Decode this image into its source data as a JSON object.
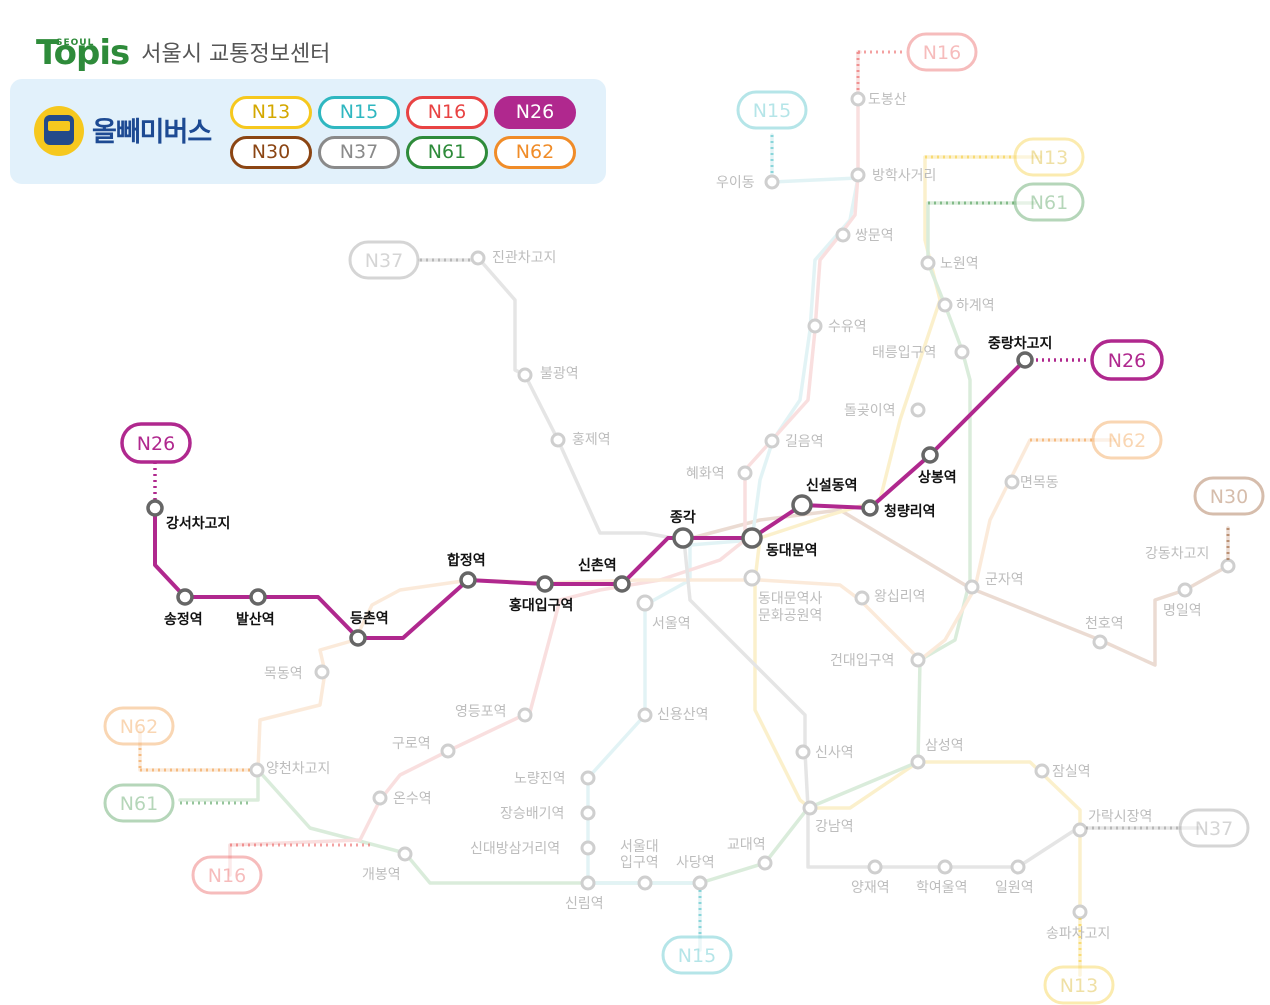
{
  "header": {
    "logo_small": "SEOUL",
    "logo": "Topis",
    "org_name": "서울시 교통정보센터"
  },
  "legend": {
    "title": "올빼미버스",
    "lines": [
      {
        "name": "N13",
        "color": "#f6c81e",
        "filled": false
      },
      {
        "name": "N15",
        "color": "#2fb7c0",
        "filled": false
      },
      {
        "name": "N16",
        "color": "#e84343",
        "filled": false
      },
      {
        "name": "N26",
        "color": "#b0288e",
        "filled": true
      },
      {
        "name": "N30",
        "color": "#8b4513",
        "filled": false
      },
      {
        "name": "N37",
        "color": "#8a8a8a",
        "filled": false
      },
      {
        "name": "N61",
        "color": "#2e8b3a",
        "filled": false
      },
      {
        "name": "N62",
        "color": "#f08c28",
        "filled": false
      }
    ]
  },
  "active_line": {
    "name": "N26",
    "color": "#b0288e"
  },
  "stations": {
    "active": [
      "강서차고지",
      "송정역",
      "발산역",
      "등촌역",
      "합정역",
      "홍대입구역",
      "신촌역",
      "종각",
      "동대문역",
      "신설동역",
      "청량리역",
      "상봉역",
      "중랑차고지"
    ],
    "faded": [
      "도봉산",
      "방학사거리",
      "쌍문역",
      "수유역",
      "우이동",
      "노원역",
      "하계역",
      "태릉입구역",
      "돌곶이역",
      "길음역",
      "혜화역",
      "면목동",
      "강동차고지",
      "명일역",
      "천호역",
      "군자역",
      "왕십리역",
      "동대문역사 문화공원역",
      "서울역",
      "건대입구역",
      "진관차고지",
      "불광역",
      "홍제역",
      "목동역",
      "양천차고지",
      "영등포역",
      "구로역",
      "온수역",
      "개봉역",
      "신용산역",
      "노량진역",
      "장승배기역",
      "신대방삼거리역",
      "서울대 입구역",
      "사당역",
      "교대역",
      "신사역",
      "강남역",
      "삼성역",
      "잠실역",
      "가락시장역",
      "송파차고지",
      "양재역",
      "학여울역",
      "일원역",
      "신림역"
    ]
  },
  "terminal_labels": [
    "N16",
    "N15",
    "N13",
    "N61",
    "N26",
    "N37",
    "N62",
    "N30",
    "N62",
    "N61",
    "N16",
    "N15",
    "N37",
    "N13",
    "N26"
  ]
}
